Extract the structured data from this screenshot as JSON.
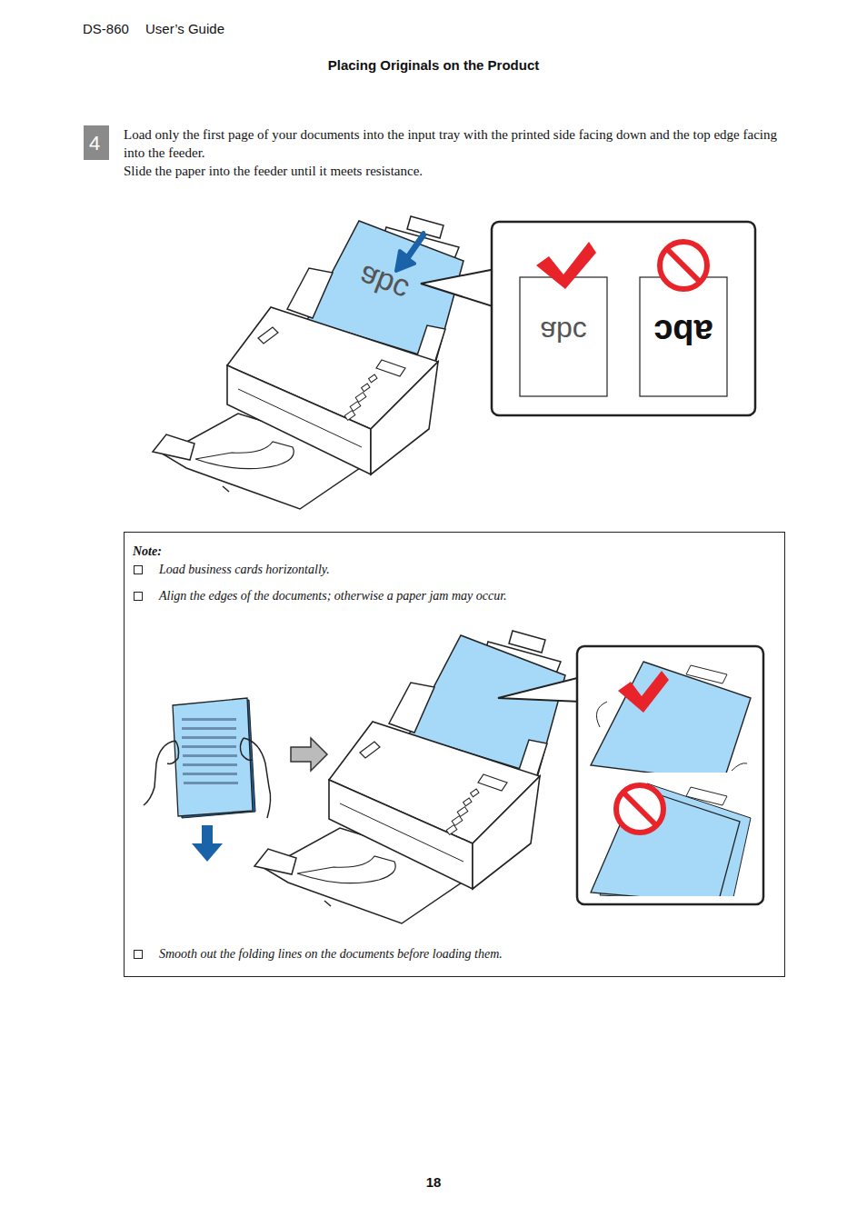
{
  "diagram": {
    "title": "Placing Originals on the Product",
    "nodes": [
      {
        "text": [
          "4"
        ]
      },
      {
        "text": [
          "abc",
          "abc"
        ]
      },
      {
        "text": [
          "Note:",
          "Load business cards horizontally.",
          "Align the edges of the documents; otherwise a paper jam may occur.",
          "Smooth out the folding lines on the documents before loading them."
        ]
      }
    ],
    "labels": [
      "DS-860",
      "User’s Guide",
      "Load only the first page of your documents into the input tray with the printed side facing down and the top edge facing into the feeder.",
      "Slide the paper into the feeder until it meets resistance.",
      "abc",
      "18"
    ]
  }
}
